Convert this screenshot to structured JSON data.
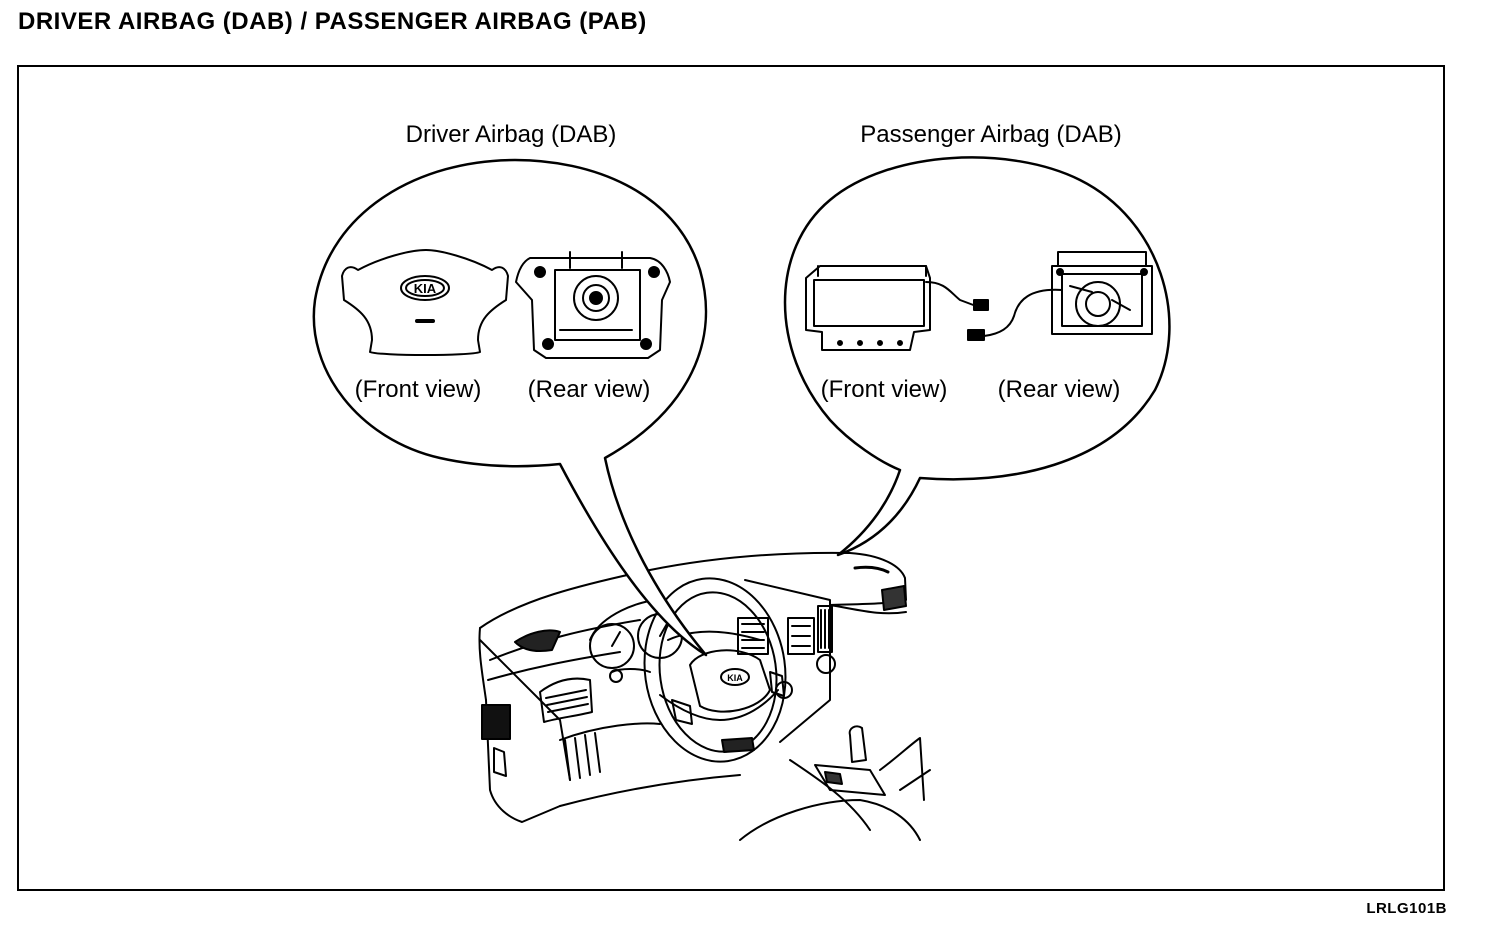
{
  "page": {
    "title": "DRIVER AIRBAG (DAB) / PASSENGER AIRBAG (PAB)",
    "figure_code": "LRLG101B"
  },
  "driver_callout": {
    "title": "Driver Airbag (DAB)",
    "front_label": "(Front view)",
    "rear_label": "(Rear view)",
    "logo_text": "KIA"
  },
  "passenger_callout": {
    "title": "Passenger Airbag (DAB)",
    "front_label": "(Front view)",
    "rear_label": "(Rear view)"
  },
  "steering_wheel": {
    "logo_text": "KIA"
  }
}
